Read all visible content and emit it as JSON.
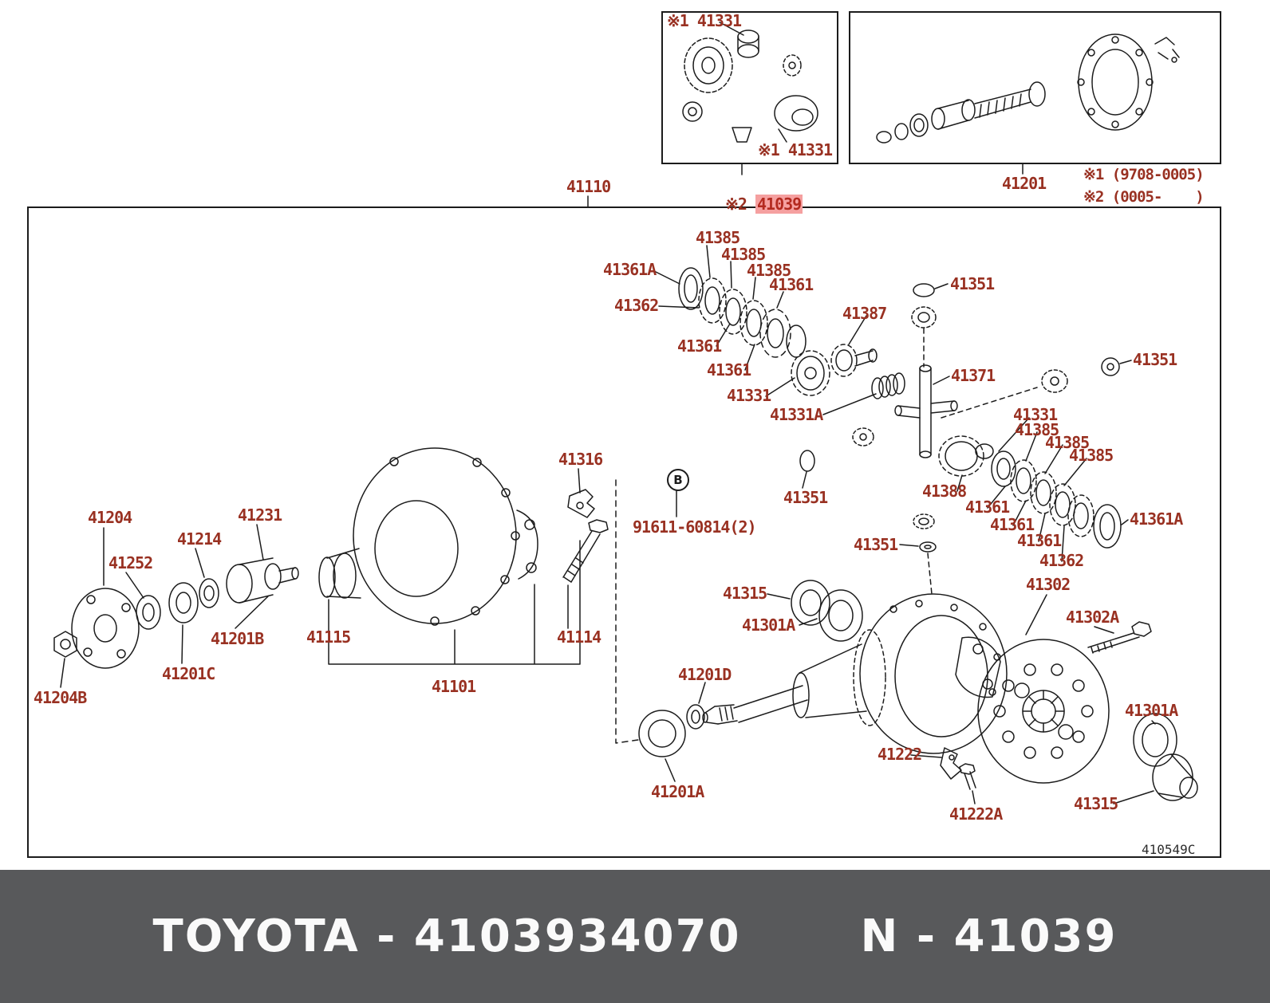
{
  "colors": {
    "label": "#993122",
    "line": "#1c1c1c",
    "highlight_bg": "#f5a0a0",
    "highlight_text": "#b42a20",
    "footer_bg": "#58595b",
    "footer_text": "#fafafa"
  },
  "footer": {
    "left": "TOYOTA - 4103934070",
    "right": "N - 41039"
  },
  "highlight": {
    "prefix": "※2 ",
    "number": "41039"
  },
  "b_callout": "B",
  "labels": [
    {
      "id": "ref1-41331-a",
      "text": "※1 41331"
    },
    {
      "id": "ref1-41331-b",
      "text": "※1 41331"
    },
    {
      "id": "41110",
      "text": "41110"
    },
    {
      "id": "41201",
      "text": "41201"
    },
    {
      "id": "note-ref1",
      "text": "※1 (9708-0005)"
    },
    {
      "id": "note-ref2",
      "text": "※2 (0005-    )"
    },
    {
      "id": "41385-a",
      "text": "41385"
    },
    {
      "id": "41385-b",
      "text": "41385"
    },
    {
      "id": "41385-c",
      "text": "41385"
    },
    {
      "id": "41361-a",
      "text": "41361"
    },
    {
      "id": "41361A-a",
      "text": "41361A"
    },
    {
      "id": "41362-a",
      "text": "41362"
    },
    {
      "id": "41361-b",
      "text": "41361"
    },
    {
      "id": "41361-c",
      "text": "41361"
    },
    {
      "id": "41331-a",
      "text": "41331"
    },
    {
      "id": "41331A",
      "text": "41331A"
    },
    {
      "id": "41387",
      "text": "41387"
    },
    {
      "id": "41351-a",
      "text": "41351"
    },
    {
      "id": "41371",
      "text": "41371"
    },
    {
      "id": "41331-b",
      "text": "41331"
    },
    {
      "id": "41385-d",
      "text": "41385"
    },
    {
      "id": "41385-e",
      "text": "41385"
    },
    {
      "id": "41385-f",
      "text": "41385"
    },
    {
      "id": "41388",
      "text": "41388"
    },
    {
      "id": "41361-d",
      "text": "41361"
    },
    {
      "id": "41361-e",
      "text": "41361"
    },
    {
      "id": "41361-f",
      "text": "41361"
    },
    {
      "id": "41362-b",
      "text": "41362"
    },
    {
      "id": "41361A-b",
      "text": "41361A"
    },
    {
      "id": "41351-b",
      "text": "41351"
    },
    {
      "id": "41351-c",
      "text": "41351"
    },
    {
      "id": "41351-d",
      "text": "41351"
    },
    {
      "id": "41302",
      "text": "41302"
    },
    {
      "id": "41302A",
      "text": "41302A"
    },
    {
      "id": "41315-a",
      "text": "41315"
    },
    {
      "id": "41301A-a",
      "text": "41301A"
    },
    {
      "id": "41201D",
      "text": "41201D"
    },
    {
      "id": "41201A",
      "text": "41201A"
    },
    {
      "id": "41222",
      "text": "41222"
    },
    {
      "id": "41222A",
      "text": "41222A"
    },
    {
      "id": "41315-b",
      "text": "41315"
    },
    {
      "id": "41301A-b",
      "text": "41301A"
    },
    {
      "id": "41316",
      "text": "41316"
    },
    {
      "id": "91611-60814",
      "text": "91611-60814(2)"
    },
    {
      "id": "41204",
      "text": "41204"
    },
    {
      "id": "41252",
      "text": "41252"
    },
    {
      "id": "41214",
      "text": "41214"
    },
    {
      "id": "41231",
      "text": "41231"
    },
    {
      "id": "41201B",
      "text": "41201B"
    },
    {
      "id": "41201C",
      "text": "41201C"
    },
    {
      "id": "41204B",
      "text": "41204B"
    },
    {
      "id": "41115",
      "text": "41115"
    },
    {
      "id": "41101",
      "text": "41101"
    },
    {
      "id": "41114",
      "text": "41114"
    },
    {
      "id": "doc-code",
      "text": "410549C"
    }
  ]
}
